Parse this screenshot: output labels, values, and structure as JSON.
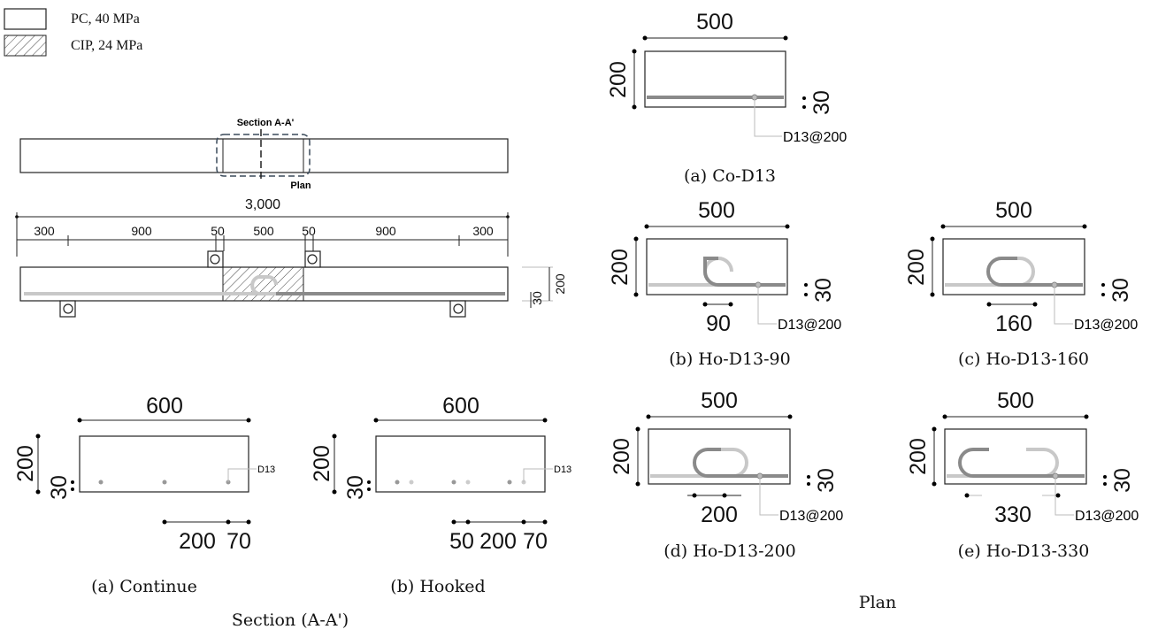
{
  "legend": {
    "pc": "PC, 40 MPa",
    "cip": "CIP, 24 MPa"
  },
  "elevation": {
    "section_label": "Section A-A'",
    "plan_label": "Plan",
    "total_dim": "3,000",
    "dims": [
      "300",
      "900",
      "50",
      "500",
      "50",
      "900",
      "300"
    ],
    "height_dim": "200",
    "cover_dim": "30"
  },
  "sections": {
    "title": "Section (A-A')",
    "continue": {
      "width": "600",
      "height": "200",
      "cover": "30",
      "bar": "D13",
      "bottom_dims": [
        "200",
        "70"
      ],
      "caption": "(a) Continue"
    },
    "hooked": {
      "width": "600",
      "height": "200",
      "cover": "30",
      "bar": "D13",
      "bottom_dims": [
        "50",
        "200",
        "70"
      ],
      "caption": "(b) Hooked"
    }
  },
  "plans": {
    "title": "Plan",
    "a": {
      "width": "500",
      "height": "200",
      "cover": "30",
      "bar": "D13@200",
      "caption": "(a) Co-D13"
    },
    "b": {
      "width": "500",
      "height": "200",
      "cover": "30",
      "bar": "D13@200",
      "lap": "90",
      "caption": "(b) Ho-D13-90"
    },
    "c": {
      "width": "500",
      "height": "200",
      "cover": "30",
      "bar": "D13@200",
      "lap": "160",
      "caption": "(c) Ho-D13-160"
    },
    "d": {
      "width": "500",
      "height": "200",
      "cover": "30",
      "bar": "D13@200",
      "lap": "200",
      "caption": "(d) Ho-D13-200"
    },
    "e": {
      "width": "500",
      "height": "200",
      "cover": "30",
      "bar": "D13@200",
      "lap": "330",
      "caption": "(e) Ho-D13-330"
    }
  },
  "colors": {
    "line": "#222222",
    "bar_dark": "#8a8a8a",
    "bar_light": "#c8c8c8",
    "dashed": "#3a4a5a"
  }
}
